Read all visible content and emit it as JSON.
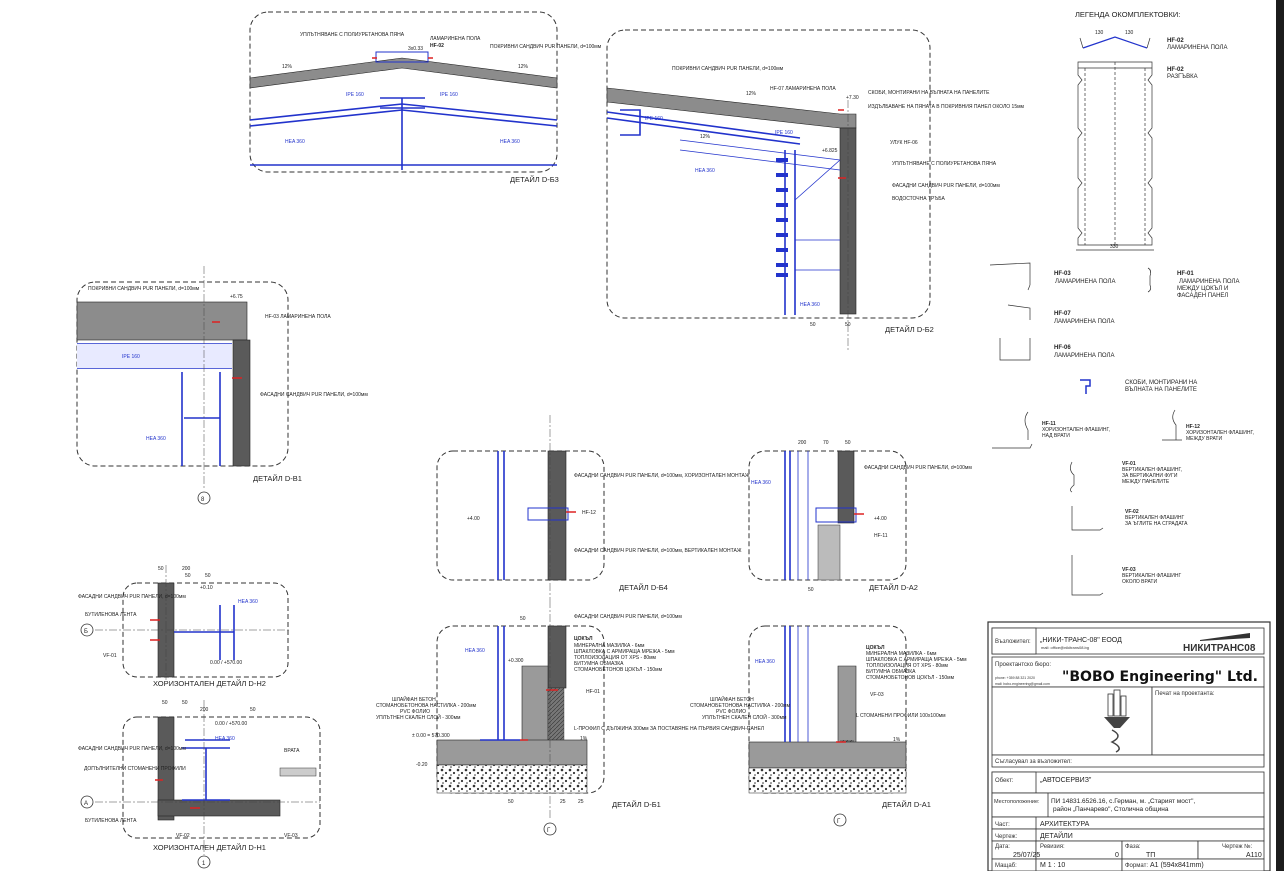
{
  "details": {
    "d_b3": {
      "title": "ДЕТАЙЛ D-Б3",
      "seal": "УПЛЪТНЯВАНЕ С ПОЛИУРЕТАНОВА ПЯНА",
      "hf02": "ЛАМАРИНЕНА ПОЛА",
      "hf02_code": "HF-02",
      "roof_panel": "ПОКРИВНИ САНДВИЧ PUR ПАНЕЛИ, d=100мм",
      "slope": "12%",
      "ipe": "IPE 160",
      "hea": "HEA 360",
      "dim": "3x0.33"
    },
    "d_b2": {
      "title": "ДЕТАЙЛ D-Б2",
      "roof_panel": "ПОКРИВНИ САНДВИЧ PUR ПАНЕЛИ, d=100мм",
      "hf07": "HF-07 ЛАМАРИНЕНА ПОЛА",
      "clips": "СКОБИ, МОНТИРАНИ НА ВЪЛНАТА НА ПАНЕЛИТЕ",
      "cut": "ИЗДЪЛБАВАНЕ НА ПЯНАТА В ПОКРИВНИЯ ПАНЕЛ ОКОЛО 15мм",
      "gutter": "УЛУК HF-06",
      "seal": "УПЛЪТНЯВАНЕ С ПОЛИУРЕТАНОВА ПЯНА",
      "facade": "ФАСАДНИ САНДВИЧ PUR ПАНЕЛИ, d=100мм",
      "downpipe": "ВОДОСТОЧНА ТРЪБА",
      "slope": "12%",
      "ipe": "IPE 160",
      "hea": "HEA 360",
      "level1": "+7.30",
      "level2": "+6.825",
      "dim1": "50",
      "dim2": "50"
    },
    "d_b1": {
      "title": "ДЕТАЙЛ D-B1",
      "roof_panel": "ПОКРИВНИ САНДВИЧ PUR ПАНЕЛИ, d=100мм",
      "hf03": "HF-03 ЛАМАРИНЕНА ПОЛА",
      "facade": "ФАСАДНИ САНДВИЧ PUR ПАНЕЛИ, d=100мм",
      "ipe": "IPE 160",
      "hea": "HEA 360",
      "axis": "8",
      "level": "+6.75"
    },
    "h2": {
      "title": "ХОРИЗОНТАЛЕН ДЕТАЙЛ D-H2",
      "facade": "ФАСАДНИ САНДВИЧ PUR ПАНЕЛИ, d=100мм",
      "tape": "БУТИЛЕНОВА ЛЕНТА",
      "vf01": "VF-01",
      "hea": "HEA 360",
      "axis": "Б",
      "dims": [
        "50",
        "200",
        "50",
        "50"
      ],
      "level": "0.00 / +570.00",
      "d2": "+0.10"
    },
    "h1": {
      "title": "ХОРИЗОНТАЛЕН ДЕТАЙЛ D-H1",
      "facade": "ФАСАДНИ САНДВИЧ PUR ПАНЕЛИ, d=100мм",
      "extra": "ДОПЪЛНИТЕЛНИ СТОМАНЕНИ ПРОФИЛИ",
      "tape": "БУТИЛЕНОВА ЛЕНТА",
      "vf02": "VF-02",
      "vf03": "VF-03",
      "hea": "HEA 360",
      "door": "ВРАТА",
      "axis_a": "А",
      "axis_1": "1",
      "dims": [
        "50",
        "50",
        "200",
        "50"
      ],
      "level": "0.00 / +570.00"
    },
    "d_b4": {
      "title": "ДЕТАЙЛ D-Б4",
      "facade_h": "ФАСАДНИ САНДВИЧ PUR ПАНЕЛИ, d=100мм, ХОРИЗОНТАЛЕН МОНТАЖ",
      "facade_v": "ФАСАДНИ САНДВИЧ PUR ПАНЕЛИ, d=100мм, ВЕРТИКАЛЕН МОНТАЖ",
      "hf12": "HF-12",
      "level": "+4.00"
    },
    "d_a2": {
      "title": "ДЕТАЙЛ D-A2",
      "facade": "ФАСАДНИ САНДВИЧ PUR ПАНЕЛИ, d=100мм",
      "hf11": "HF-11",
      "hea": "HEA 360",
      "level": "+4.00",
      "dims": [
        "200",
        "70",
        "50"
      ],
      "dim_b": "50"
    },
    "d_b1b": {
      "title": "ДЕТАЙЛ D-Б1",
      "facade": "ФАСАДНИ САНДВИЧ PUR ПАНЕЛИ, d=100мм",
      "plinth": "ЦОКЪЛ",
      "layers": [
        "МИНЕРАЛНА МАЗИЛКА - 6мм",
        "ШПАКЛОВКА С АРМИРАЩА МРЕЖА - 5мм",
        "ТОПЛОИЗОЛАЦИЯ ОТ XPS - 80мм",
        "БИТУМНА ОБМАЗКА",
        "СТОМАНОБЕТОНОВ ЦОКЪЛ - 150мм"
      ],
      "floor": [
        "ШЛАЙФАН БЕТОН",
        "СТОМАНОБЕТОНОВА НАСТИЛКА - 200мм",
        "PVC ФОЛИО",
        "УПЛЪТНЕН СКАЛЕН СЛОЙ - 300мм"
      ],
      "hf01": "HF-01",
      "lprof": "L-ПРОФИЛ С ДЪЛЖИНА 300мм ЗА ПОСТАВЯНЕ НА ПЪРВИЯ САНДВИЧ-ПАНЕЛ",
      "hea": "HEA 360",
      "slope": "1%",
      "lvl1": "+0.300",
      "lvl2": "± 0.00 = 570.300",
      "lvl3": "-0.20",
      "axis": "Г",
      "dims": [
        "50",
        "25",
        "25"
      ],
      "dim_top": "50"
    },
    "d_a1": {
      "title": "ДЕТАЙЛ D-A1",
      "plinth": "ЦОКЪЛ",
      "layers": [
        "МИНЕРАЛНА МАЗИЛКА - 6мм",
        "ШПАКЛОВКА С АРМИРАЩА МРЕЖА - 5мм",
        "ТОПЛОИЗОЛАЦИЯ ОТ XPS - 80мм",
        "БИТУМНА ОБМАЗКА",
        "СТОМАНОБЕТОНОВ ЦОКЪЛ - 150мм"
      ],
      "floor": [
        "ШЛАЙФАН БЕТОН",
        "СТОМАНОБЕТОНОВА НАСТИЛКА - 200мм",
        "PVC ФОЛИО",
        "УПЛЪТНЕН СКАЛЕН СЛОЙ - 300мм"
      ],
      "vf03": "VF-03",
      "angles": "L СТОМАНЕНИ ПРОФИЛИ 100х100мм",
      "hea": "HEA 360",
      "slope": "1%",
      "axis": "Г"
    }
  },
  "legend": {
    "title": "ЛЕГЕНДА ОКОМПЛЕКТОВКИ:",
    "items": [
      {
        "code": "HF-02",
        "desc": "ЛАМАРИНЕНА ПОЛА"
      },
      {
        "code": "HF-02",
        "desc": "РАЗГЪВКА"
      },
      {
        "code": "HF-03",
        "desc": "ЛАМАРИНЕНА ПОЛА"
      },
      {
        "code": "HF-01",
        "desc": "ЛАМАРИНЕНА ПОЛА",
        "desc2": "МЕЖДУ ЦОКЪЛ И",
        "desc3": "ФАСАДЕН ПАНЕЛ"
      },
      {
        "code": "HF-07",
        "desc": "ЛАМАРИНЕНА ПОЛА"
      },
      {
        "code": "HF-06",
        "desc": "ЛАМАРИНЕНА ПОЛА"
      },
      {
        "code": "",
        "desc": "СКОБИ, МОНТИРАНИ НА",
        "desc2": "ВЪЛНАТА НА ПАНЕЛИТЕ"
      },
      {
        "code": "HF-11",
        "desc": "ХОРИЗОНТАЛЕН ФЛАШИНГ,",
        "desc2": "НАД ВРАТИ"
      },
      {
        "code": "HF-12",
        "desc": "ХОРИЗОНТАЛЕН ФЛАШИНГ,",
        "desc2": "МЕЖДУ ВРАТИ"
      },
      {
        "code": "VF-01",
        "desc": "ВЕРТИКАЛЕН ФЛАШИНГ,",
        "desc2": "ЗА ВЕРТИКАЛНИ ФУГИ",
        "desc3": "МЕЖДУ ПАНЕЛИТЕ"
      },
      {
        "code": "VF-02",
        "desc": "ВЕРТИКАЛЕН ФЛАШИНГ",
        "desc2": "ЗА ЪГЛИТЕ НА СГРАДАТА"
      },
      {
        "code": "VF-03",
        "desc": "ВЕРТИКАЛЕН ФЛАШИНГ",
        "desc2": "ОКОЛО ВРАТИ"
      }
    ],
    "dims": {
      "hf02_a": "130",
      "hf02_b": "130",
      "razg_w": "330"
    }
  },
  "title_block": {
    "client_label": "Възложител:",
    "client": "„НИКИ-ТРАНС-08\" ЕООД",
    "client_sub": "mail: office@nikitrans08.bg",
    "client_logo": "НИКИТРАНС08",
    "office_label": "Проектантско бюро:",
    "office": "\"BOBO Engineering\" Ltd.",
    "office_phone": "phone: +359 88 321 2020",
    "office_mail": "mail: bobo.engineering@gmail.com",
    "stamp_label": "Печат на проектанта:",
    "agreed_label": "Съгласувал за възложител:",
    "object_label": "Обект:",
    "object": "„АВТОСЕРВИЗ\"",
    "location_label": "Местоположение:",
    "location1": "ПИ 14831.6526.16, с.Герман, м. „Старият мост\",",
    "location2": "район „Панчарево\", Столична община",
    "part_label": "Част:",
    "part": "АРХИТЕКТУРА",
    "drawing_label": "Чертеж:",
    "drawing": "ДЕТАЙЛИ",
    "date_label": "Дата:",
    "date": "25/07/25",
    "rev_label": "Ревизия:",
    "rev": "0",
    "phase_label": "Фаза:",
    "phase": "ТП",
    "sheet_label": "Чертеж №:",
    "sheet": "A110",
    "scale_label": "Мащаб:",
    "scale": "М 1 : 10",
    "format_label": "Формат:",
    "format": "A1 (594x841mm)"
  }
}
